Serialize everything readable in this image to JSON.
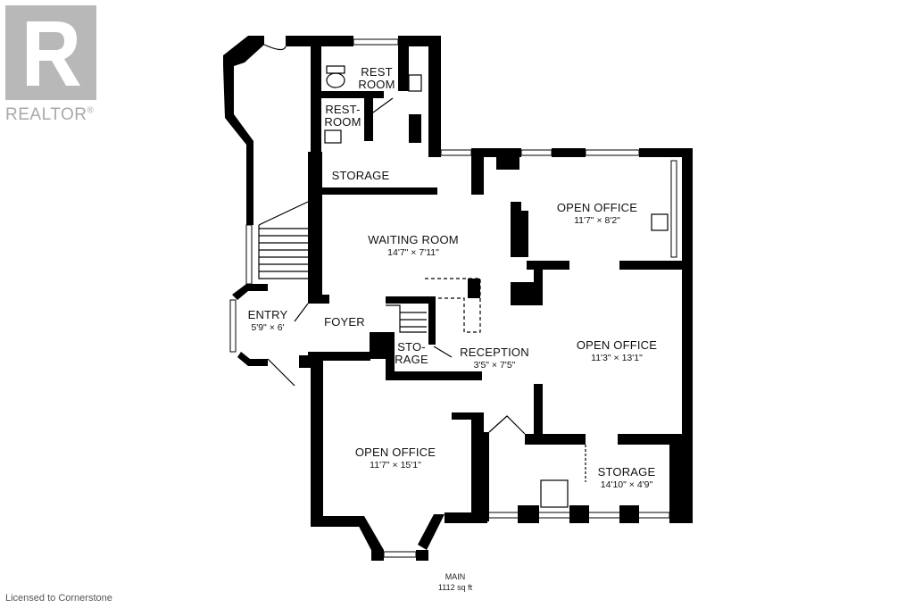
{
  "brand": {
    "logo_text": "REALTOR",
    "logo_mark": "®"
  },
  "rooms": {
    "rest_room_upper": {
      "name_line1": "REST",
      "name_line2": "ROOM"
    },
    "rest_room_lower": {
      "name_line1": "REST-",
      "name_line2": "ROOM"
    },
    "storage_upper": {
      "name": "STORAGE"
    },
    "waiting_room": {
      "name": "WAITING ROOM",
      "dims": "14'7\" × 7'11\""
    },
    "open_office_ne": {
      "name": "OPEN OFFICE",
      "dims": "11'7\" × 8'2\""
    },
    "entry": {
      "name": "ENTRY",
      "dims": "5'9\" × 6'"
    },
    "foyer": {
      "name": "FOYER"
    },
    "storage_small": {
      "name_line1": "STO-",
      "name_line2": "RAGE"
    },
    "reception": {
      "name": "RECEPTION",
      "dims": "3'5\" × 7'5\""
    },
    "open_office_e": {
      "name": "OPEN OFFICE",
      "dims": "11'3\" × 13'1\""
    },
    "open_office_sw": {
      "name": "OPEN OFFICE",
      "dims": "11'7\" × 15'1\""
    },
    "storage_se": {
      "name": "STORAGE",
      "dims": "14'10\" × 4'9\""
    }
  },
  "floor": {
    "name": "MAIN",
    "area": "1112 sq ft"
  },
  "license": "Licensed to Cornerstone",
  "colors": {
    "wall": "#000000",
    "background": "#ffffff",
    "logo_grey": "#b8b8b8"
  }
}
